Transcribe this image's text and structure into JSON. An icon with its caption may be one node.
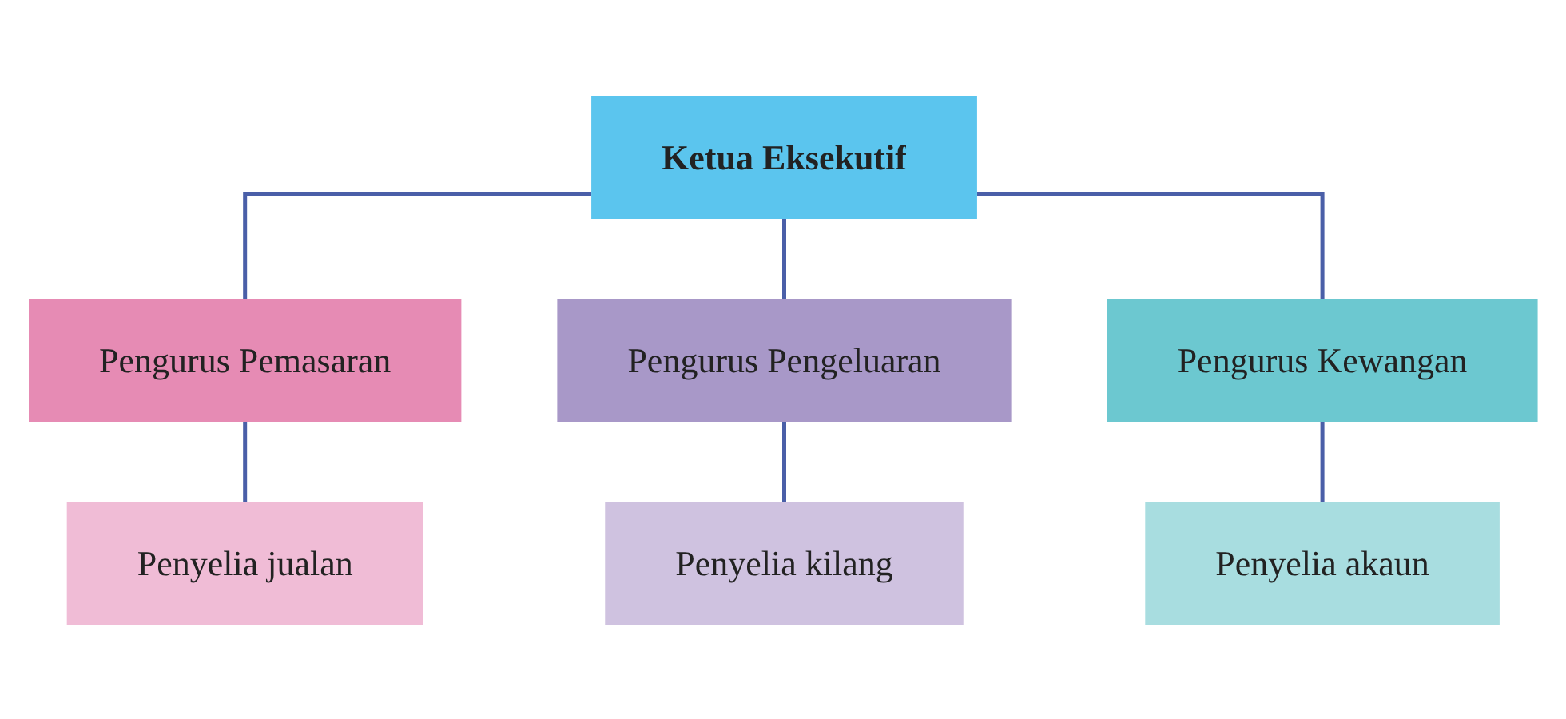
{
  "diagram": {
    "nodes": [
      {
        "text": [
          "Ketua Eksekutif"
        ]
      },
      {
        "text": [
          "Pengurus Pemasaran"
        ]
      },
      {
        "text": [
          "Pengurus Pengeluaran"
        ]
      },
      {
        "text": [
          "Pengurus Kewangan"
        ]
      },
      {
        "text": [
          "Penyelia jualan"
        ]
      },
      {
        "text": [
          "Penyelia kilang"
        ]
      },
      {
        "text": [
          "Penyelia akaun"
        ]
      }
    ],
    "edges": [
      {
        "from": 0,
        "to": 1,
        "arrow": "none"
      },
      {
        "from": 0,
        "to": 2,
        "arrow": "none"
      },
      {
        "from": 0,
        "to": 3,
        "arrow": "none"
      },
      {
        "from": 1,
        "to": 4,
        "arrow": "none"
      },
      {
        "from": 2,
        "to": 5,
        "arrow": "none"
      },
      {
        "from": 3,
        "to": 6,
        "arrow": "none"
      }
    ]
  }
}
